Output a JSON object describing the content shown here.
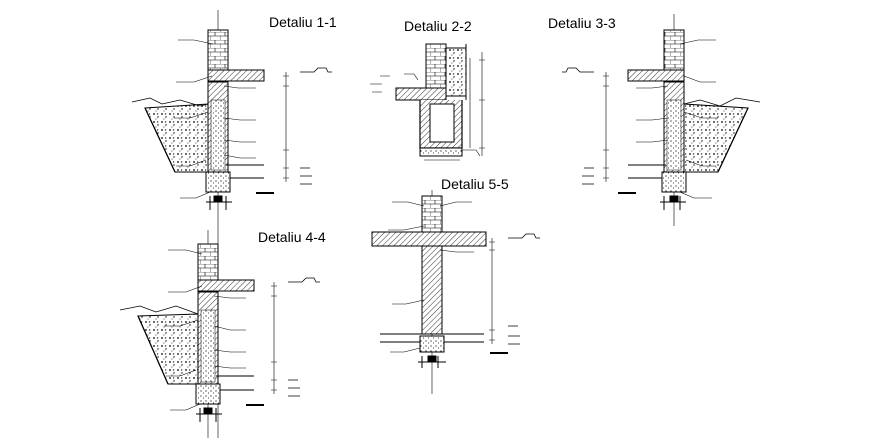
{
  "details": [
    {
      "id": "d11",
      "title": "Detaliu 1-1"
    },
    {
      "id": "d22",
      "title": "Detaliu 2-2"
    },
    {
      "id": "d33",
      "title": "Detaliu 3-3"
    },
    {
      "id": "d44",
      "title": "Detaliu 4-4"
    },
    {
      "id": "d55",
      "title": "Detaliu 5-5"
    }
  ],
  "colors": {
    "line": "#000000",
    "background": "#ffffff",
    "hatch": "#333333"
  }
}
